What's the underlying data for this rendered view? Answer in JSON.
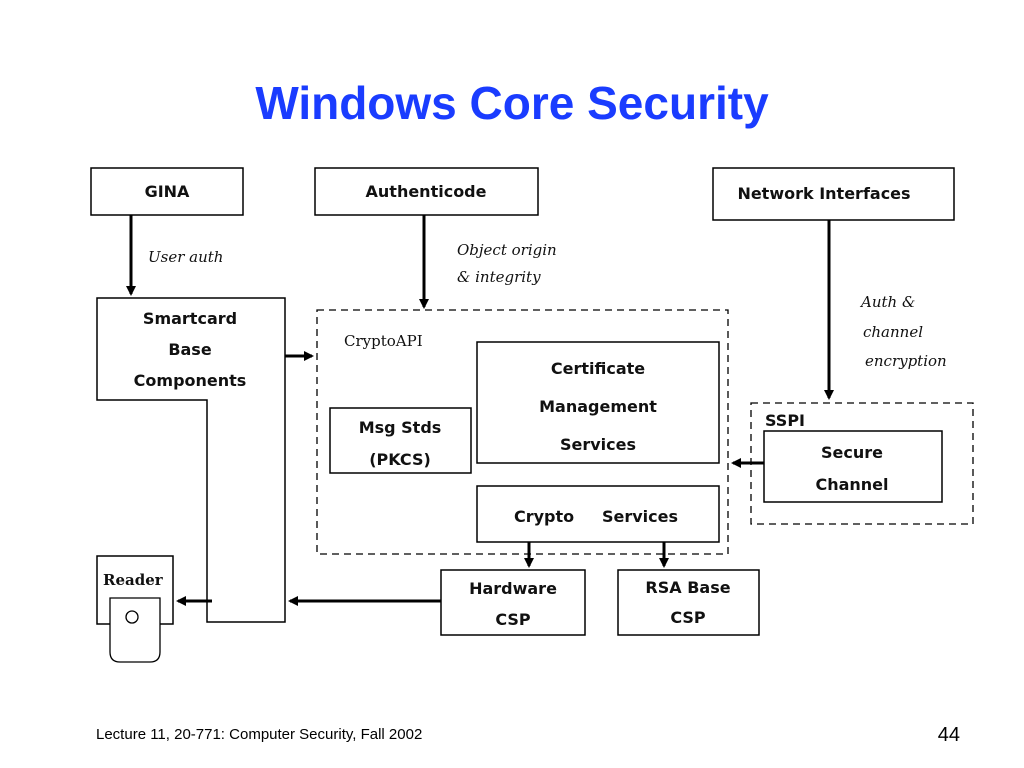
{
  "slide": {
    "title": "Windows Core Security",
    "footer": "Lecture 11, 20-771: Computer Security,  Fall 2002",
    "page_number": "44"
  },
  "diagram": {
    "gina": "GINA",
    "authenticode": "Authenticode",
    "network_interfaces": "Network Interfaces",
    "user_auth": "User   auth",
    "object_origin_line1": "Object origin",
    "object_origin_line2": "& integrity",
    "auth_line1": "Auth  &",
    "auth_line2": "channel",
    "auth_line3": "encryption",
    "smartcard_line1": "Smartcard",
    "smartcard_line2": "Base",
    "smartcard_line3": "Components",
    "cryptoapi": "CryptoAPI",
    "cert_line1": "Certificate",
    "cert_line2": "Management",
    "cert_line3": "Services",
    "msg_line1": "Msg Stds",
    "msg_line2": "(PKCS)",
    "crypto_services": "Crypto     Services",
    "sspi": "SSPI",
    "secure_line1": "Secure",
    "secure_line2": "Channel",
    "reader": "Reader",
    "hardware_line1": "Hardware",
    "hardware_line2": "CSP",
    "rsa_line1": "RSA Base",
    "rsa_line2": "CSP"
  }
}
